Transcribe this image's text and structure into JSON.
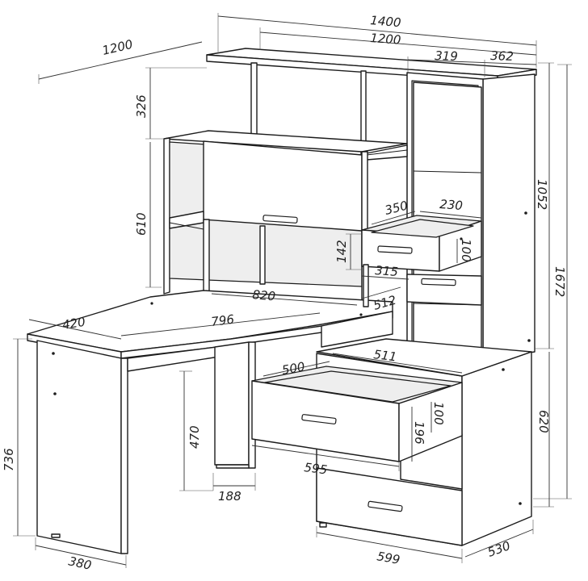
{
  "labels": {
    "top_width_1400": "1400",
    "top_width_1200": "1200",
    "top_depth_1200": "1200",
    "shelf_319": "319",
    "shelf_362": "362",
    "height_326": "326",
    "height_610": "610",
    "height_1052": "1052",
    "height_1672": "1672",
    "height_620": "620",
    "height_736": "736",
    "height_470": "470",
    "drawer_350": "350",
    "drawer_230": "230",
    "drawer_142": "142",
    "drawer_100_upper": "100",
    "drawer_315": "315",
    "desk_820": "820",
    "desk_512": "512",
    "desk_796": "796",
    "desk_420": "420",
    "drawer_500": "500",
    "drawer_511": "511",
    "drawer_100_lower": "100",
    "drawer_196": "196",
    "drawer_595": "595",
    "leg_188": "188",
    "base_380": "380",
    "base_599": "599",
    "base_530": "530"
  }
}
